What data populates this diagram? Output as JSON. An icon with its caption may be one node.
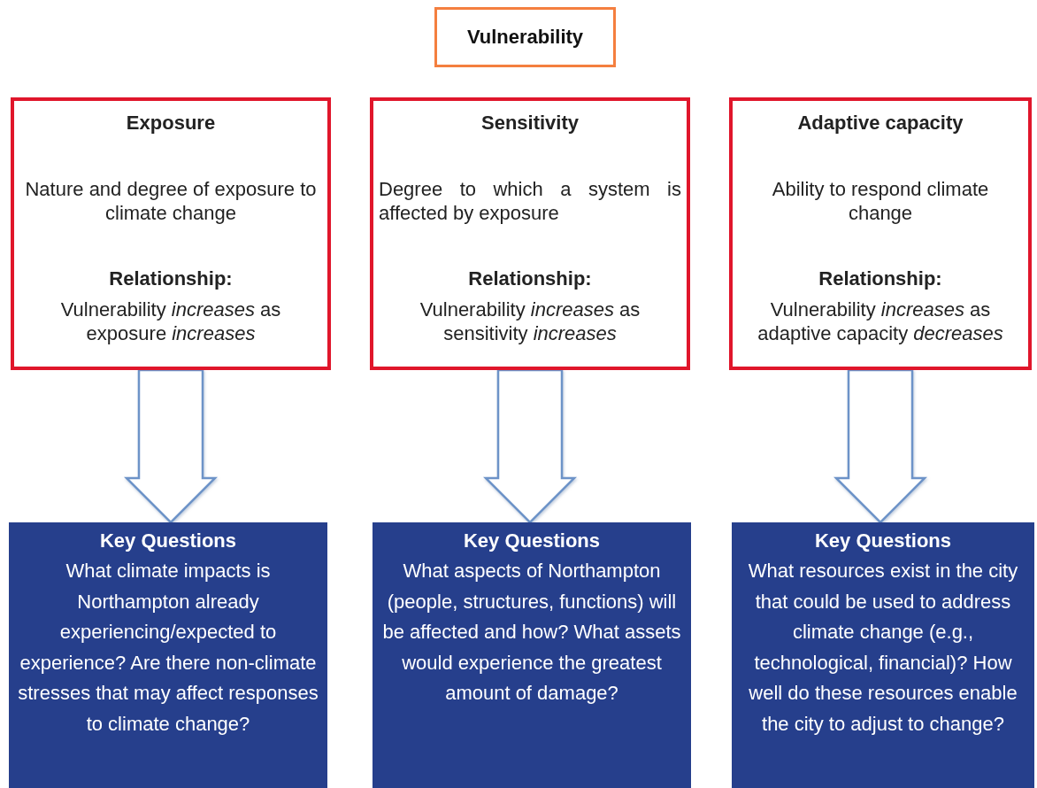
{
  "diagram": {
    "nodes": [
      {
        "text": [
          "Vulnerability"
        ]
      },
      {
        "text": [
          "Exposure",
          "Nature and degree of exposure to climate change",
          "Relationship:",
          "Vulnerability *increases* as exposure *increases*"
        ]
      },
      {
        "text": [
          "Sensitivity",
          "Degree to which a system is affected by exposure",
          "Relationship:",
          "Vulnerability *increases* as sensitivity *increases*"
        ]
      },
      {
        "text": [
          "Adaptive capacity",
          "Ability to respond climate change",
          "Relationship:",
          "Vulnerability *increases* as adaptive capacity *decreases*"
        ]
      },
      {
        "text": [
          "Key Questions",
          "What climate impacts is Northampton already experiencing/expected to experience? Are there non-climate stresses that may affect responses to climate change?"
        ]
      },
      {
        "text": [
          "Key Questions",
          "What aspects of Northampton (people, structures, functions) will be affected and how? What assets would experience the greatest amount of damage?"
        ]
      },
      {
        "text": [
          "Key Questions",
          "What resources exist in the city that could be used to address climate change (e.g., technological, financial)? How well do these resources enable the city to adjust to change?"
        ]
      }
    ],
    "edges": [
      {
        "from": 1,
        "to": 4,
        "arrow": "to"
      },
      {
        "from": 2,
        "to": 5,
        "arrow": "to"
      },
      {
        "from": 3,
        "to": 6,
        "arrow": "to"
      }
    ]
  }
}
